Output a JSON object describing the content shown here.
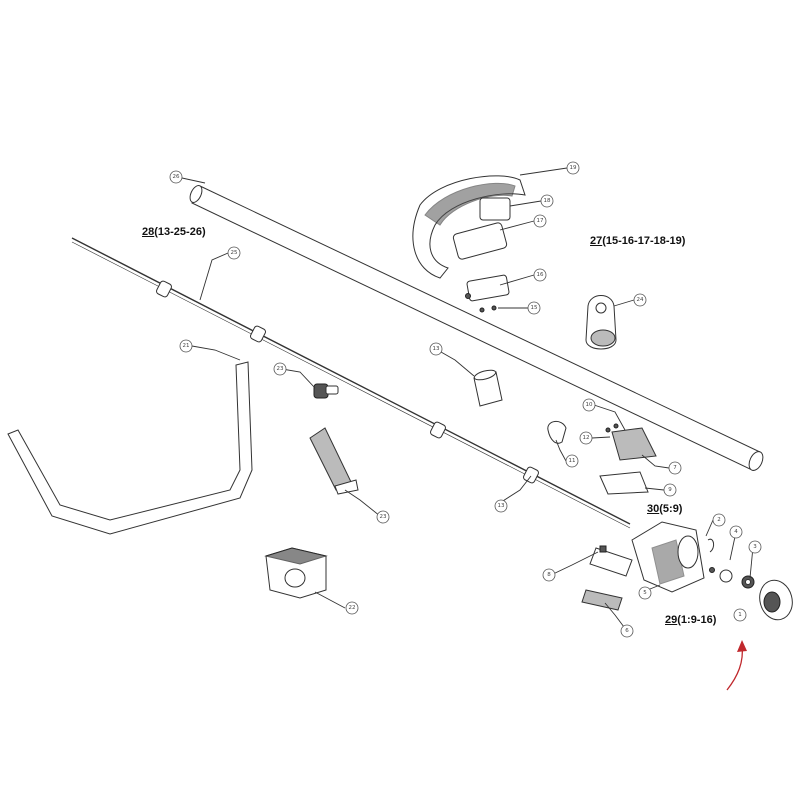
{
  "assemblies": [
    {
      "key": "a28",
      "code": "28",
      "range": "(13-25-26)"
    },
    {
      "key": "a27",
      "code": "27",
      "range": "(15-16-17-18-19)"
    },
    {
      "key": "a30",
      "code": "30",
      "range": "(5:9)"
    },
    {
      "key": "a29",
      "code": "29",
      "range": "(1:9-16)"
    }
  ],
  "callouts": {
    "c26": "26",
    "c19": "19",
    "c18": "18",
    "c17": "17",
    "c16": "16",
    "c15": "15",
    "c25": "25",
    "c24": "24",
    "c21": "21",
    "c23a": "23",
    "c13a": "13",
    "c10": "10",
    "c12": "12",
    "c11": "11",
    "c7": "7",
    "c9": "9",
    "c13b": "13",
    "c2": "2",
    "c4": "4",
    "c3": "3",
    "c8": "8",
    "c5": "5",
    "c6": "6",
    "c23b": "23",
    "c22": "22",
    "c1": "1"
  },
  "colors": {
    "ink": "#333333",
    "annotation_arrow": "#c0282d"
  }
}
